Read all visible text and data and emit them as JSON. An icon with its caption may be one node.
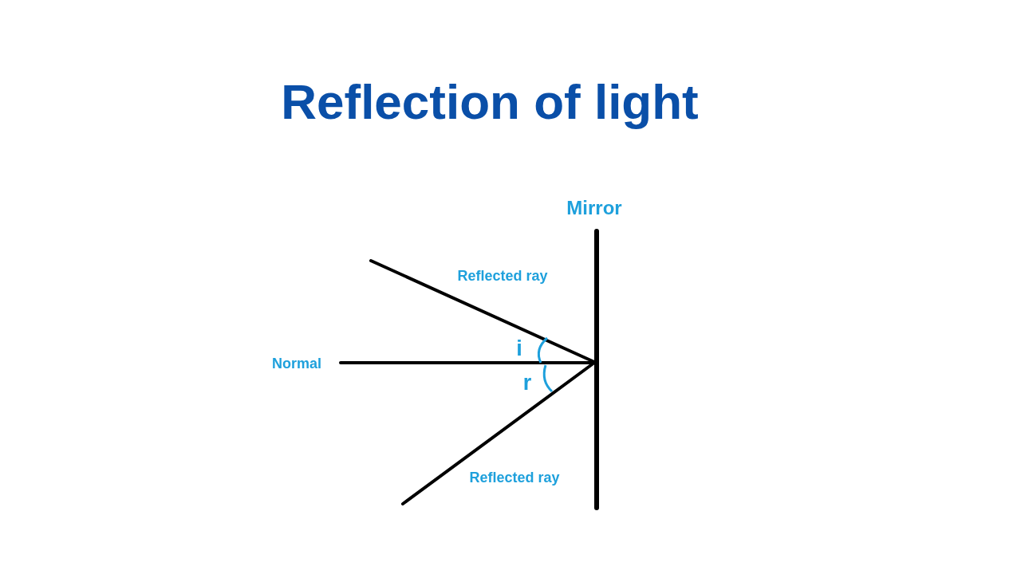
{
  "diagram": {
    "title": "Reflection of light",
    "labels": [
      "Mirror",
      "Reflected ray",
      "i",
      "Normal",
      "r",
      "Reflected ray"
    ]
  }
}
